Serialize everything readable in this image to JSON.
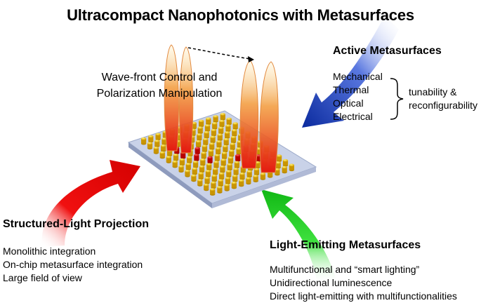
{
  "title": "Ultracompact Nanophotonics with Metasurfaces",
  "wavefront": {
    "line1": "Wave-front Control and",
    "line2": "Polarization Manipulation"
  },
  "active": {
    "title": "Active Metasurfaces",
    "items": [
      "Mechanical",
      "Thermal",
      "Optical",
      "Electrical"
    ],
    "note_line1": "tunability &",
    "note_line2": "reconfigurability"
  },
  "structured": {
    "title": "Structured-Light Projection",
    "items": [
      "Monolithic integration",
      "On-chip metasurface integration",
      "Large field of view"
    ]
  },
  "emitting": {
    "title": "Light-Emitting Metasurfaces",
    "items": [
      "Multifunctional and “smart lighting”",
      "Unidirectional luminescence",
      "Direct light-emitting with multifunctionalities"
    ]
  },
  "colors": {
    "arrow_red": "#e8000a",
    "arrow_blue": "#0a2fb0",
    "arrow_green": "#16c41a",
    "pillar_gold": "#f2c200",
    "pillar_red": "#e01010",
    "substrate": "#c9d2e8",
    "beam": "#ee6a1a"
  }
}
